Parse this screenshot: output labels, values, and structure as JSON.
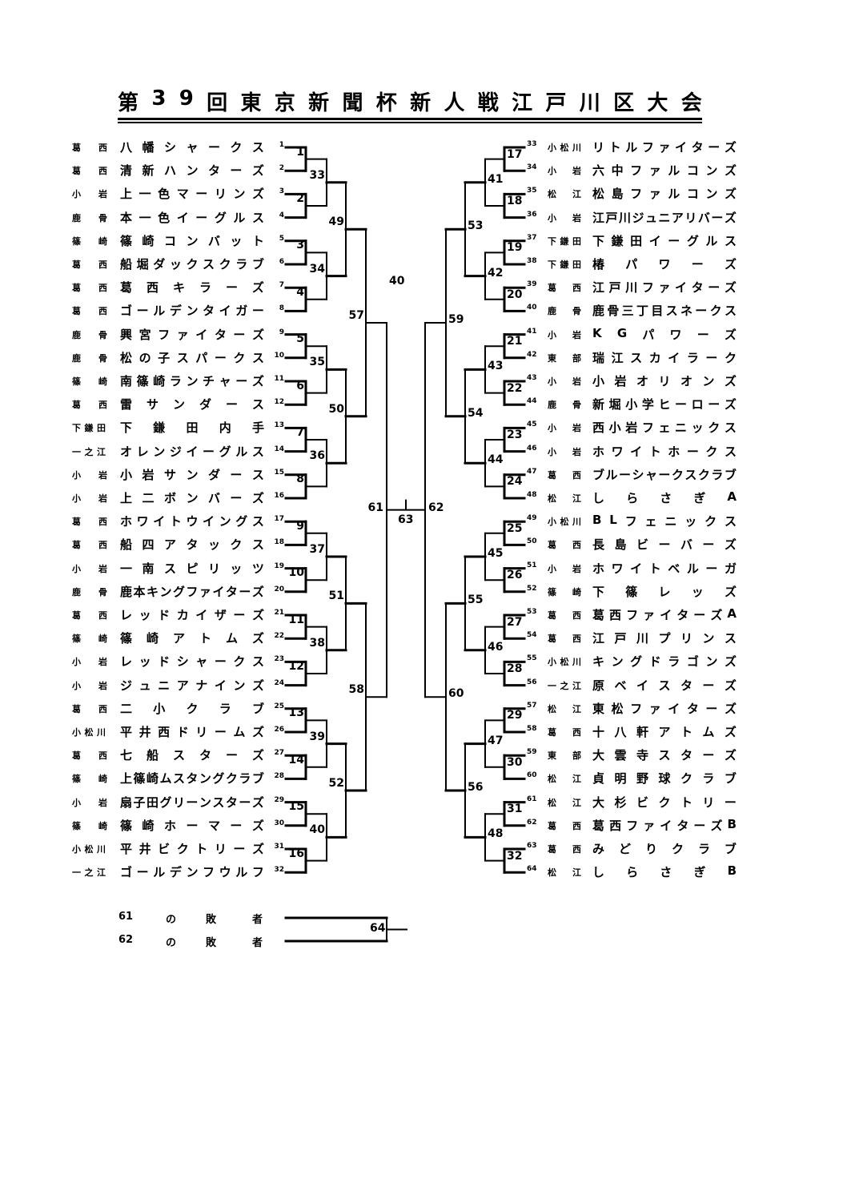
{
  "title": "第39回東京新聞杯新人戦江戸川区大会",
  "left_teams": [
    {
      "seed": "1",
      "area": "葛西",
      "name": "八幡シャークス"
    },
    {
      "seed": "2",
      "area": "葛西",
      "name": "清新ハンターズ"
    },
    {
      "seed": "3",
      "area": "小岩",
      "name": "上一色マーリンズ"
    },
    {
      "seed": "4",
      "area": "鹿骨",
      "name": "本一色イーグルス"
    },
    {
      "seed": "5",
      "area": "篠崎",
      "name": "篠崎コンバット"
    },
    {
      "seed": "6",
      "area": "葛西",
      "name": "船堀ダックスクラブ"
    },
    {
      "seed": "7",
      "area": "葛西",
      "name": "葛西キラーズ"
    },
    {
      "seed": "8",
      "area": "葛西",
      "name": "ゴールデンタイガー"
    },
    {
      "seed": "9",
      "area": "鹿骨",
      "name": "興宮ファイターズ"
    },
    {
      "seed": "10",
      "area": "鹿骨",
      "name": "松の子スパークス"
    },
    {
      "seed": "11",
      "area": "篠崎",
      "name": "南篠崎ランチャーズ"
    },
    {
      "seed": "12",
      "area": "葛西",
      "name": "雷サンダース"
    },
    {
      "seed": "13",
      "area": "下鎌田",
      "name": "下鎌田内手"
    },
    {
      "seed": "14",
      "area": "一之江",
      "name": "オレンジイーグルス"
    },
    {
      "seed": "15",
      "area": "小岩",
      "name": "小岩サンダース"
    },
    {
      "seed": "16",
      "area": "小岩",
      "name": "上二ボンバーズ"
    },
    {
      "seed": "17",
      "area": "葛西",
      "name": "ホワイトウイングス"
    },
    {
      "seed": "18",
      "area": "葛西",
      "name": "船四アタックス"
    },
    {
      "seed": "19",
      "area": "小岩",
      "name": "一南スピリッツ"
    },
    {
      "seed": "20",
      "area": "鹿骨",
      "name": "鹿本キングファイターズ"
    },
    {
      "seed": "21",
      "area": "葛西",
      "name": "レッドカイザーズ"
    },
    {
      "seed": "22",
      "area": "篠崎",
      "name": "篠崎アトムズ"
    },
    {
      "seed": "23",
      "area": "小岩",
      "name": "レッドシャークス"
    },
    {
      "seed": "24",
      "area": "小岩",
      "name": "ジュニアナインズ"
    },
    {
      "seed": "25",
      "area": "葛西",
      "name": "二小クラブ"
    },
    {
      "seed": "26",
      "area": "小松川",
      "name": "平井西ドリームズ"
    },
    {
      "seed": "27",
      "area": "葛西",
      "name": "七船スターズ"
    },
    {
      "seed": "28",
      "area": "篠崎",
      "name": "上篠崎ムスタングクラブ"
    },
    {
      "seed": "29",
      "area": "小岩",
      "name": "扇子田グリーンスターズ"
    },
    {
      "seed": "30",
      "area": "篠崎",
      "name": "篠崎ホーマーズ"
    },
    {
      "seed": "31",
      "area": "小松川",
      "name": "平井ビクトリーズ"
    },
    {
      "seed": "32",
      "area": "一之江",
      "name": "ゴールデンフウルフ"
    }
  ],
  "right_teams": [
    {
      "seed": "33",
      "area": "小松川",
      "name": "リトルファイターズ"
    },
    {
      "seed": "34",
      "area": "小岩",
      "name": "六中ファルコンズ"
    },
    {
      "seed": "35",
      "area": "松江",
      "name": "松島ファルコンズ"
    },
    {
      "seed": "36",
      "area": "小岩",
      "name": "江戸川ジュニアリバーズ"
    },
    {
      "seed": "37",
      "area": "下鎌田",
      "name": "下鎌田イーグルス"
    },
    {
      "seed": "38",
      "area": "下鎌田",
      "name": "椿パワーズ"
    },
    {
      "seed": "39",
      "area": "葛西",
      "name": "江戸川ファイターズ"
    },
    {
      "seed": "40",
      "area": "鹿骨",
      "name": "鹿骨三丁目スネークス"
    },
    {
      "seed": "41",
      "area": "小岩",
      "name": "KGパワーズ"
    },
    {
      "seed": "42",
      "area": "東部",
      "name": "瑞江スカイラーク"
    },
    {
      "seed": "43",
      "area": "小岩",
      "name": "小岩オリオンズ"
    },
    {
      "seed": "44",
      "area": "鹿骨",
      "name": "新堀小学ヒーローズ"
    },
    {
      "seed": "45",
      "area": "小岩",
      "name": "西小岩フェニックス"
    },
    {
      "seed": "46",
      "area": "小岩",
      "name": "ホワイトホークス"
    },
    {
      "seed": "47",
      "area": "葛西",
      "name": "ブルーシャークスクラブ"
    },
    {
      "seed": "48",
      "area": "松江",
      "name": "しらさぎA"
    },
    {
      "seed": "49",
      "area": "小松川",
      "name": "BLフェニックス"
    },
    {
      "seed": "50",
      "area": "葛西",
      "name": "長島ビーバーズ"
    },
    {
      "seed": "51",
      "area": "小岩",
      "name": "ホワイトベルーガ"
    },
    {
      "seed": "52",
      "area": "篠崎",
      "name": "下篠レッズ"
    },
    {
      "seed": "53",
      "area": "葛西",
      "name": "葛西ファイターズA"
    },
    {
      "seed": "54",
      "area": "葛西",
      "name": "江戸川プリンス"
    },
    {
      "seed": "55",
      "area": "小松川",
      "name": "キングドラゴンズ"
    },
    {
      "seed": "56",
      "area": "一之江",
      "name": "原ベイスターズ"
    },
    {
      "seed": "57",
      "area": "松江",
      "name": "東松ファイターズ"
    },
    {
      "seed": "58",
      "area": "葛西",
      "name": "十八軒アトムズ"
    },
    {
      "seed": "59",
      "area": "東部",
      "name": "大雲寺スターズ"
    },
    {
      "seed": "60",
      "area": "松江",
      "name": "貞明野球クラブ"
    },
    {
      "seed": "61",
      "area": "松江",
      "name": "大杉ビクトリー"
    },
    {
      "seed": "62",
      "area": "葛西",
      "name": "葛西ファイターズB"
    },
    {
      "seed": "63",
      "area": "葛西",
      "name": "みどりクラブ"
    },
    {
      "seed": "64",
      "area": "松江",
      "name": "しらさぎB"
    }
  ],
  "match_numbers": {
    "left_r1": [
      "1",
      "2",
      "3",
      "4",
      "5",
      "6",
      "7",
      "8",
      "9",
      "10",
      "11",
      "12",
      "13",
      "14",
      "15",
      "16"
    ],
    "left_r2": [
      "33",
      "34",
      "35",
      "36",
      "37",
      "38",
      "39",
      "40"
    ],
    "left_r3": [
      "49",
      "50",
      "51",
      "52"
    ],
    "left_r4": [
      "57",
      "58"
    ],
    "left_semi": "61",
    "right_r1": [
      "17",
      "18",
      "19",
      "20",
      "21",
      "22",
      "23",
      "24",
      "25",
      "26",
      "27",
      "28",
      "29",
      "30",
      "31",
      "32"
    ],
    "right_r2": [
      "41",
      "42",
      "43",
      "44",
      "45",
      "46",
      "47",
      "48"
    ],
    "right_r3": [
      "53",
      "54",
      "55",
      "56"
    ],
    "right_r4": [
      "59",
      "60"
    ],
    "right_semi": "62",
    "final": "63",
    "stray_label": "40"
  },
  "third_place": {
    "match": "64",
    "rows": [
      {
        "ref": "61",
        "of": "の",
        "w1": "敗",
        "w2": "者"
      },
      {
        "ref": "62",
        "of": "の",
        "w1": "敗",
        "w2": "者"
      }
    ]
  }
}
